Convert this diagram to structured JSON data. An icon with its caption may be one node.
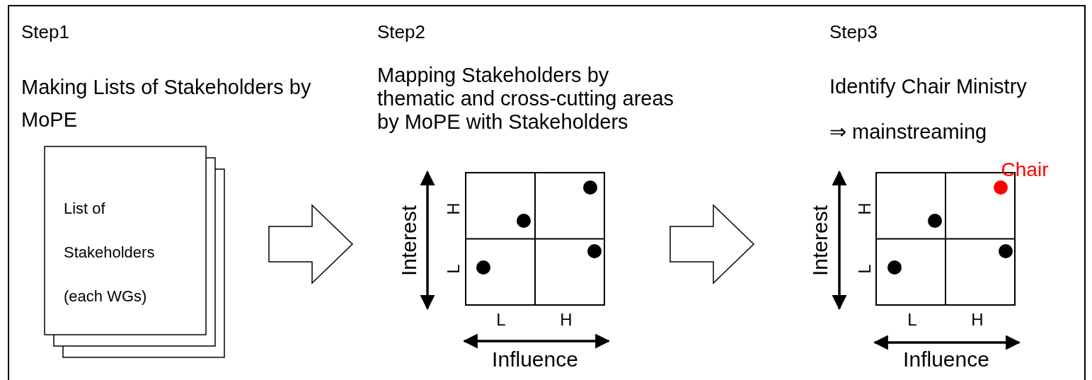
{
  "diagram": {
    "nodes": [
      {
        "text": [
          "List of Stakeholders (each WGs)"
        ]
      },
      {
        "text": [],
        "shape": "box",
        "beside": [
          "Interest",
          "H",
          "L",
          "L",
          "H",
          "Influence"
        ]
      },
      {
        "text": [],
        "shape": "box",
        "beside": [
          "Chair",
          "Interest",
          "H",
          "L",
          "L",
          "H",
          "Influence"
        ]
      }
    ],
    "edges": [
      {
        "from": 0,
        "to": 1,
        "arrow": "to"
      },
      {
        "from": 1,
        "to": 2,
        "arrow": "to"
      }
    ],
    "labels": [
      "Step1",
      "Making Lists of Stakeholders by MoPE",
      "Step2",
      "Mapping Stakeholders by thematic and cross-cutting areas by MoPE with Stakeholders",
      "Step3",
      "Identify Chair Ministry",
      "⇒ mainstreaming"
    ]
  }
}
